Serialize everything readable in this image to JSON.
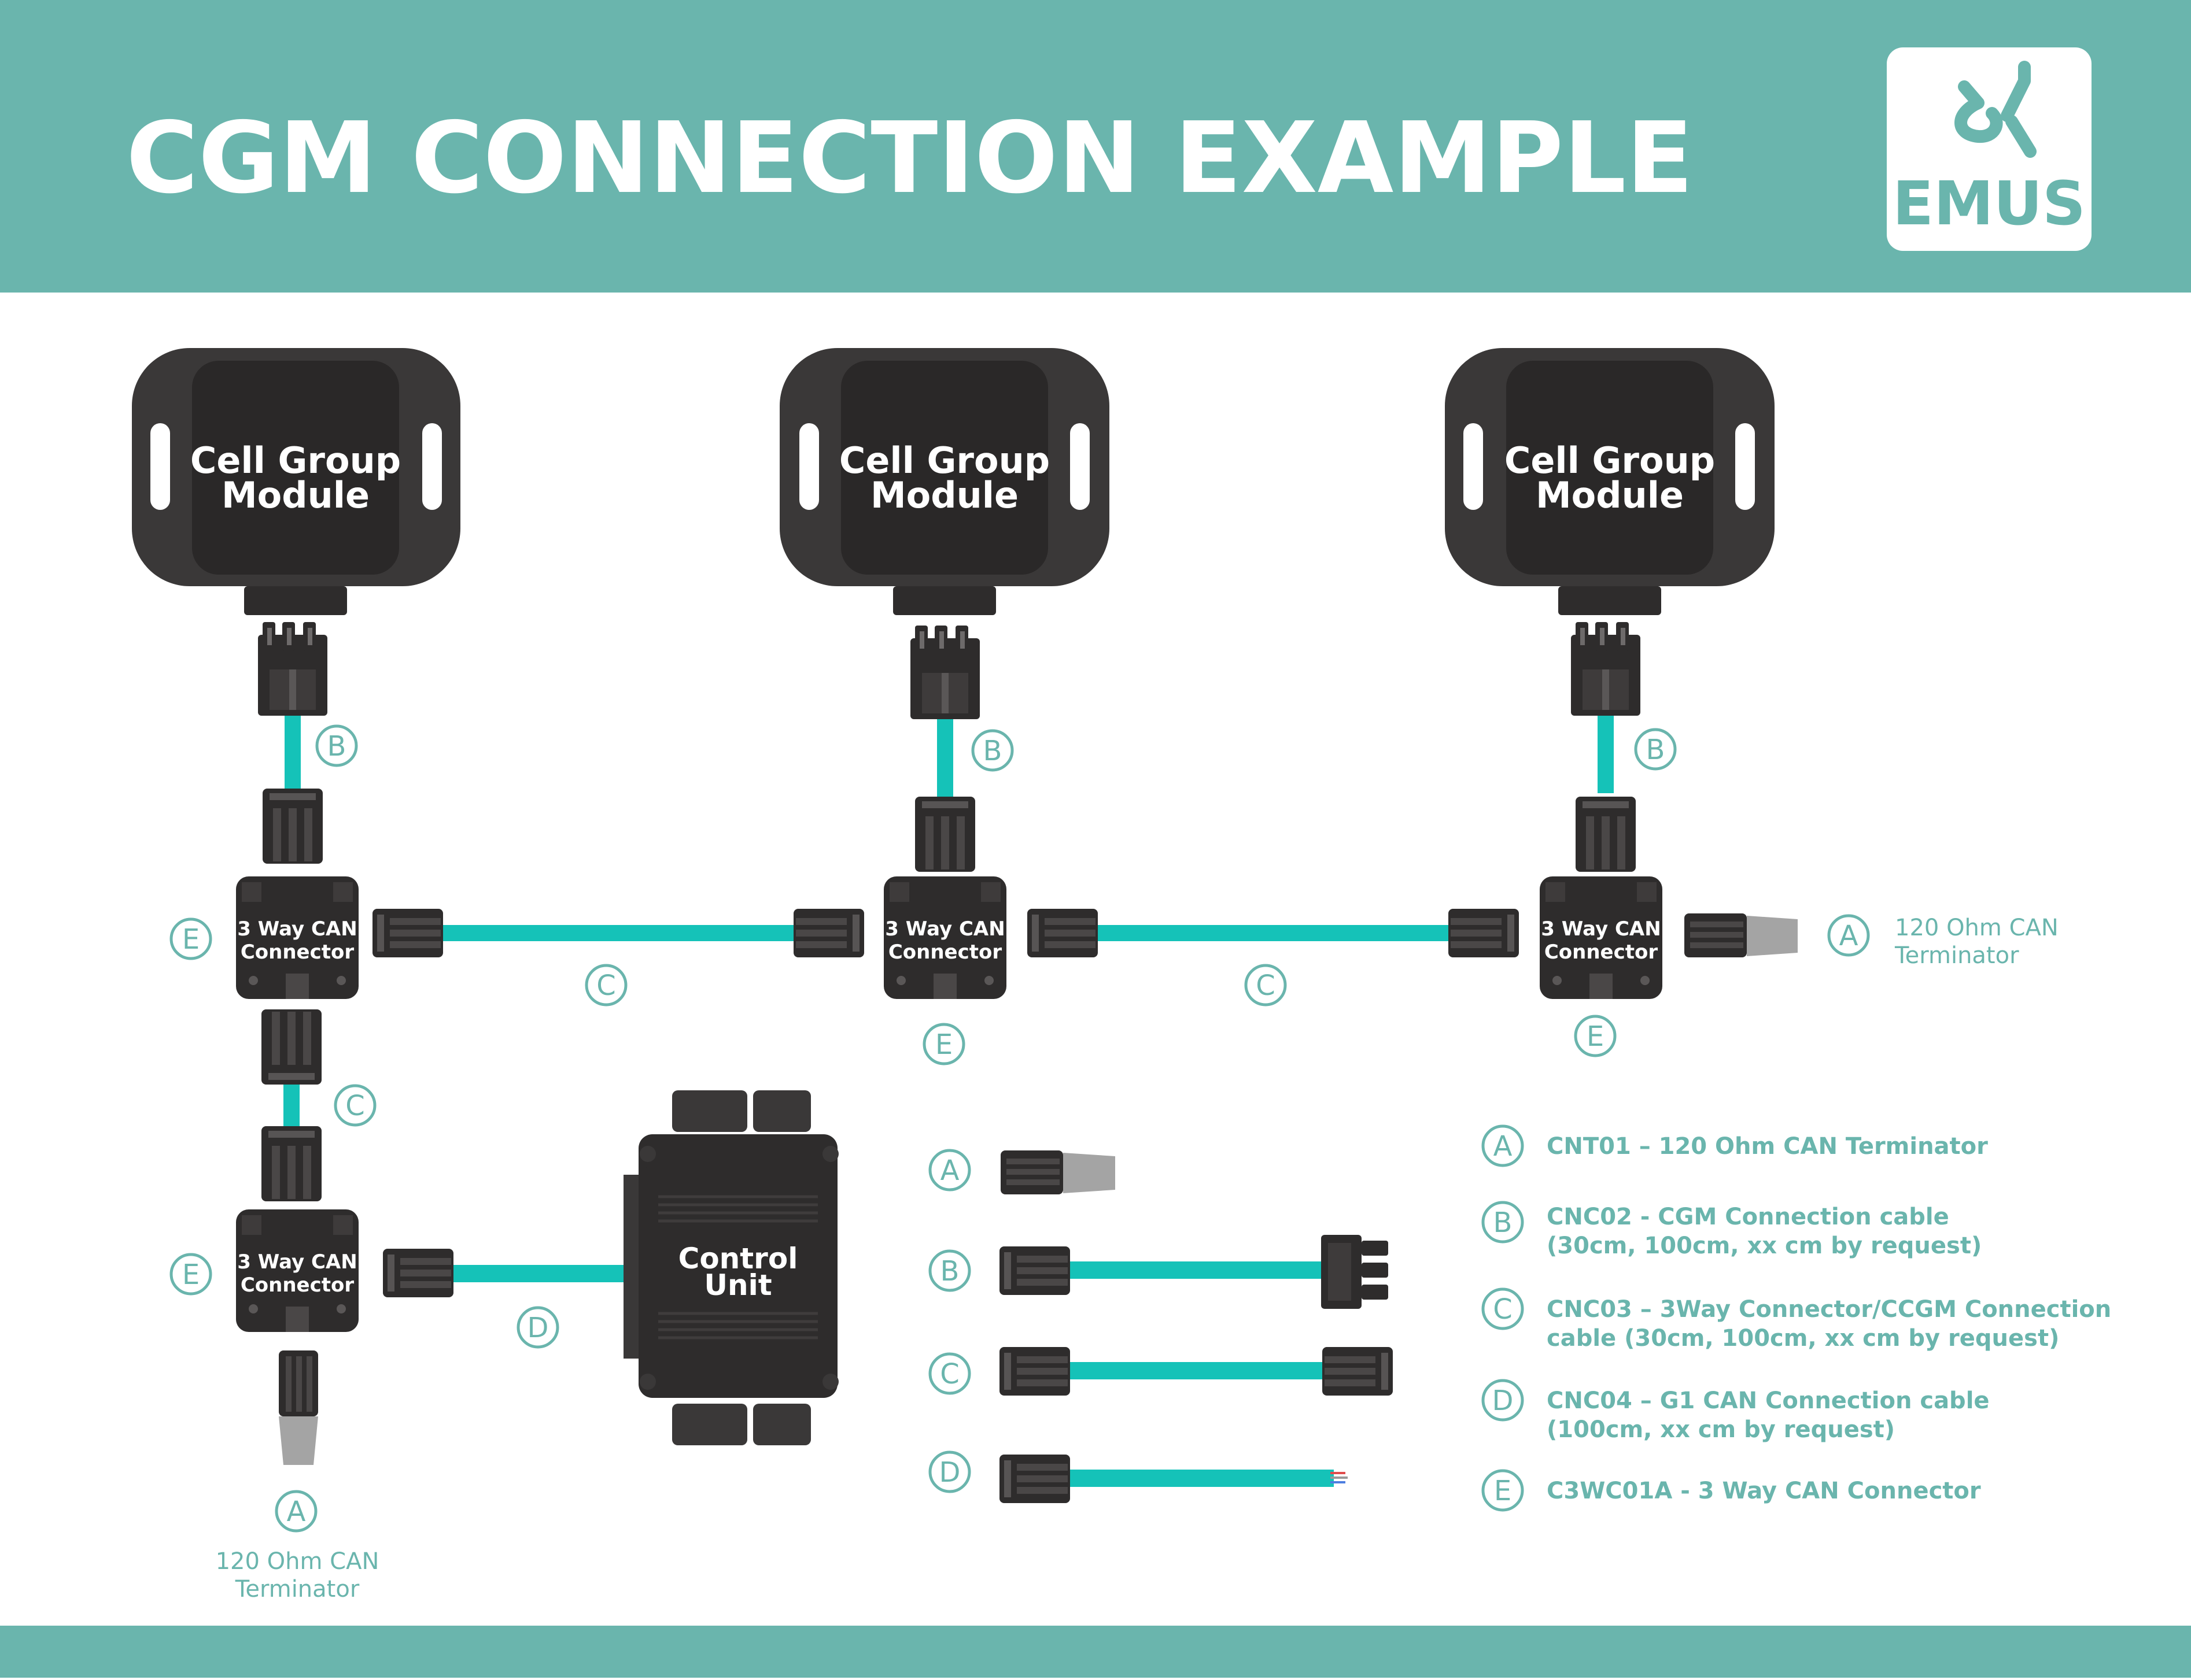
{
  "header": {
    "title": "CGM CONNECTION EXAMPLE",
    "logo_text": "EMUS",
    "colors": {
      "band": "#6ab5ad",
      "cable": "#15c2b8",
      "device": "#2e2c2c",
      "device_inner": "#2a2828",
      "label": "#6ab5ad"
    }
  },
  "modules": [
    {
      "line1": "Cell Group",
      "line2": "Module"
    },
    {
      "line1": "Cell Group",
      "line2": "Module"
    },
    {
      "line1": "Cell Group",
      "line2": "Module"
    }
  ],
  "connectors": [
    {
      "line1": "3 Way CAN",
      "line2": "Connector"
    },
    {
      "line1": "3 Way CAN",
      "line2": "Connector"
    },
    {
      "line1": "3 Way CAN",
      "line2": "Connector"
    },
    {
      "line1": "3 Way CAN",
      "line2": "Connector"
    }
  ],
  "control_unit": {
    "line1": "Control",
    "line2": "Unit"
  },
  "labels": {
    "b1": "B",
    "b2": "B",
    "b3": "B",
    "c1": "C",
    "c2": "C",
    "c3": "C",
    "e1": "E",
    "e2": "E",
    "e3": "E",
    "e4": "E",
    "a_right": "A",
    "a_bottom": "A",
    "d": "D"
  },
  "terminator_right": {
    "line1": "120 Ohm CAN",
    "line2": "Terminator"
  },
  "terminator_bottom": {
    "line1": "120 Ohm CAN",
    "line2": "Terminator"
  },
  "parts_letters": [
    "A",
    "B",
    "C",
    "D"
  ],
  "legend": [
    {
      "letter": "A",
      "line1": "CNT01 – 120 Ohm CAN Terminator",
      "line2": ""
    },
    {
      "letter": "B",
      "line1": "CNC02 - CGM Connection cable",
      "line2": "(30cm, 100cm, xx cm by request)"
    },
    {
      "letter": "C",
      "line1": "CNC03 – 3Way Connector/CCGM Connection",
      "line2": "cable (30cm, 100cm, xx cm by request)"
    },
    {
      "letter": "D",
      "line1": "CNC04 – G1 CAN Connection cable",
      "line2": "(100cm, xx cm by request)"
    },
    {
      "letter": "E",
      "line1": "C3WC01A - 3 Way CAN Connector",
      "line2": ""
    }
  ]
}
